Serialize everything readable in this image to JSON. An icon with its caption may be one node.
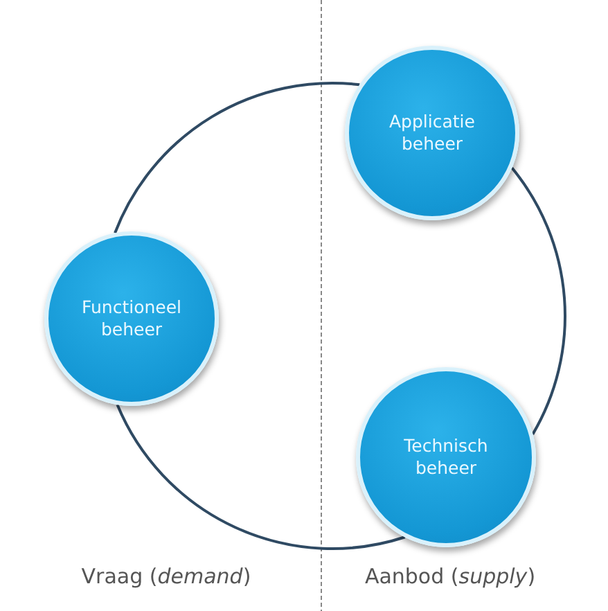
{
  "diagram": {
    "nodes": [
      {
        "text": [
          "Functioneel beheer"
        ]
      },
      {
        "text": [
          "Applicatie beheer"
        ]
      },
      {
        "text": [
          "Technisch beheer"
        ]
      }
    ],
    "edges": [
      {
        "from": 0,
        "to": 1,
        "arrow": "none"
      },
      {
        "from": 1,
        "to": 2,
        "arrow": "none"
      },
      {
        "from": 2,
        "to": 0,
        "arrow": "none"
      }
    ],
    "labels": [
      "Vraag (*demand*)",
      "Aanbod (*supply*)"
    ]
  }
}
